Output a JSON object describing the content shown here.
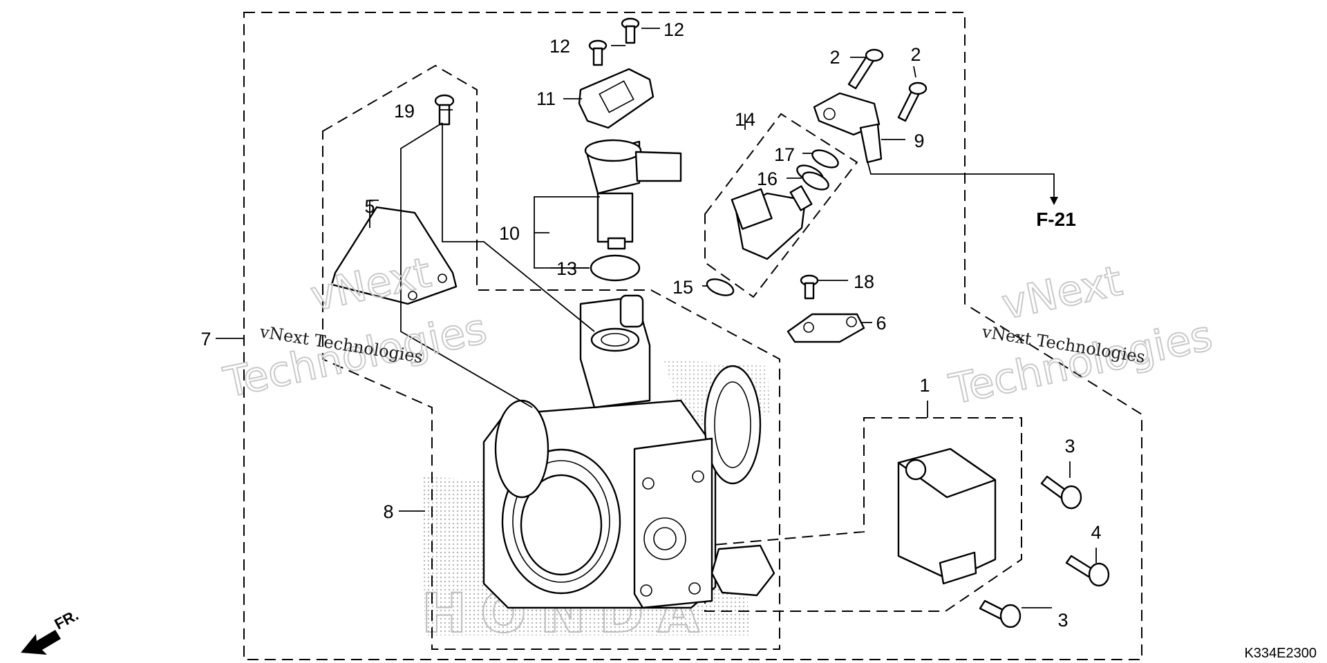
{
  "callouts": [
    {
      "id": "1",
      "label": "1"
    },
    {
      "id": "2a",
      "label": "2"
    },
    {
      "id": "2b",
      "label": "2"
    },
    {
      "id": "3a",
      "label": "3"
    },
    {
      "id": "3b",
      "label": "3"
    },
    {
      "id": "4",
      "label": "4"
    },
    {
      "id": "5",
      "label": "5"
    },
    {
      "id": "6",
      "label": "6"
    },
    {
      "id": "7",
      "label": "7"
    },
    {
      "id": "8",
      "label": "8"
    },
    {
      "id": "9",
      "label": "9"
    },
    {
      "id": "10",
      "label": "10"
    },
    {
      "id": "11",
      "label": "11"
    },
    {
      "id": "12a",
      "label": "12"
    },
    {
      "id": "12b",
      "label": "12"
    },
    {
      "id": "13",
      "label": "13"
    },
    {
      "id": "14",
      "label": "14"
    },
    {
      "id": "15",
      "label": "15"
    },
    {
      "id": "16",
      "label": "16"
    },
    {
      "id": "17",
      "label": "17"
    },
    {
      "id": "18",
      "label": "18"
    },
    {
      "id": "19",
      "label": "19"
    }
  ],
  "reference": "F-21",
  "front_marker": "FR.",
  "diagram_code": "K334E2300",
  "watermark": {
    "line1": "vNext",
    "line2": "Technologies",
    "inline": "vNext Technologies"
  },
  "brand_watermark": "HONDA"
}
